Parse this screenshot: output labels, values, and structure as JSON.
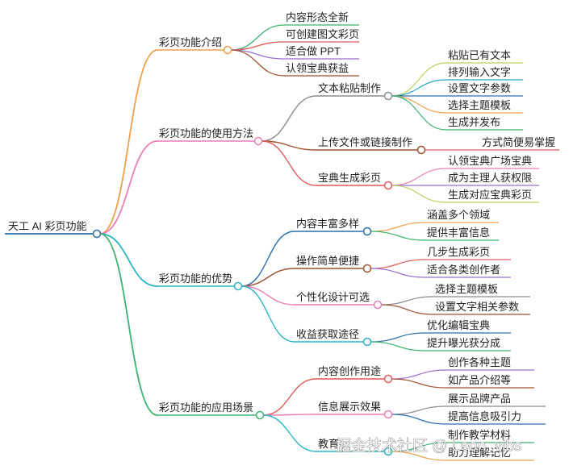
{
  "mindmap": {
    "root": "天工 AI 彩页功能",
    "branches": [
      {
        "label": "彩页功能介绍",
        "color": "#f0a04b",
        "children": [
          {
            "label": "内容形态全新",
            "color": "#3cb371"
          },
          {
            "label": "可创建图文彩页",
            "color": "#e05a5a"
          },
          {
            "label": "适合做 PPT",
            "color": "#9b6fd1"
          },
          {
            "label": "认领宝典获益",
            "color": "#a0522d"
          }
        ]
      },
      {
        "label": "彩页功能的使用方法",
        "color": "#e87fb8",
        "children": [
          {
            "label": "文本粘贴制作",
            "color": "#8c8c8c",
            "children": [
              {
                "label": "粘贴已有文本",
                "color": "#b8d45a"
              },
              {
                "label": "排列输入文字",
                "color": "#2aa8c4"
              },
              {
                "label": "设置文字参数",
                "color": "#2a6fb0"
              },
              {
                "label": "选择主题模板",
                "color": "#f0a04b"
              },
              {
                "label": "生成并发布",
                "color": "#3cb371"
              }
            ]
          },
          {
            "label": "上传文件或链接制作",
            "color": "#a0522d",
            "children": [
              {
                "label": "方式简便易掌握",
                "color": "#e05a5a"
              }
            ]
          },
          {
            "label": "宝典生成彩页",
            "color": "#e05a5a",
            "children": [
              {
                "label": "认领宝典广场宝典",
                "color": "#e87fb8"
              },
              {
                "label": "成为主理人获权限",
                "color": "#9b6fd1"
              },
              {
                "label": "生成对应宝典彩页",
                "color": "#b8d45a"
              }
            ]
          }
        ]
      },
      {
        "label": "彩页功能的优势",
        "color": "#2ab5c4",
        "children": [
          {
            "label": "内容丰富多样",
            "color": "#2a6fb0",
            "children": [
              {
                "label": "涵盖多个领域",
                "color": "#f0a04b"
              },
              {
                "label": "提供丰富信息",
                "color": "#3cb371"
              }
            ]
          },
          {
            "label": "操作简单便捷",
            "color": "#a0522d",
            "children": [
              {
                "label": "几步生成彩页",
                "color": "#e05a5a"
              },
              {
                "label": "适合各类创作者",
                "color": "#9b6fd1"
              }
            ]
          },
          {
            "label": "个性化设计可选",
            "color": "#e87fb8",
            "children": [
              {
                "label": "选择主题模板",
                "color": "#8c8c8c"
              },
              {
                "label": "设置文字相关参数",
                "color": "#a0522d"
              }
            ]
          },
          {
            "label": "收益获取途径",
            "color": "#2ab5c4",
            "children": [
              {
                "label": "优化编辑宝典",
                "color": "#2a6fb0"
              },
              {
                "label": "提升曝光获分成",
                "color": "#3cb371"
              }
            ]
          }
        ]
      },
      {
        "label": "彩页功能的应用场景",
        "color": "#3cb371",
        "children": [
          {
            "label": "内容创作用途",
            "color": "#e05a5a",
            "children": [
              {
                "label": "创作各种主题",
                "color": "#9b6fd1"
              },
              {
                "label": "如产品介绍等",
                "color": "#a0522d"
              }
            ]
          },
          {
            "label": "信息展示效果",
            "color": "#e87fb8",
            "children": [
              {
                "label": "展示品牌产品",
                "color": "#8c8c8c"
              },
              {
                "label": "提高信息吸引力",
                "color": "#2a6fb0"
              }
            ]
          },
          {
            "label": "教育",
            "color": "#2ab5c4",
            "children": [
              {
                "label": "制作教学材料",
                "color": "#3cb371"
              },
              {
                "label": "助力理解记忆",
                "color": "#f0a04b"
              }
            ]
          }
        ]
      }
    ]
  },
  "watermark": "掘金技术社区 @ Leon_vibs"
}
